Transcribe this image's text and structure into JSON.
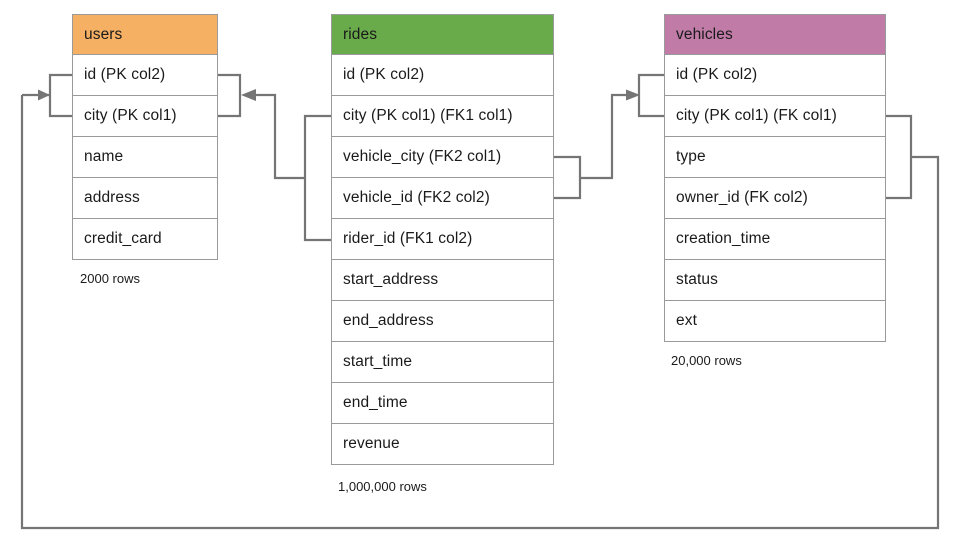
{
  "diagram": {
    "title": "",
    "line_color": "#757575",
    "border_color": "#9a9a9a",
    "text_color": "#1a1a1a",
    "background": "#ffffff"
  },
  "entities": [
    {
      "name": "users",
      "header_color": "#f5b064",
      "row_count_label": "2000 rows",
      "fields": [
        "id (PK col2)",
        "city (PK col1)",
        "name",
        "address",
        "credit_card"
      ]
    },
    {
      "name": "rides",
      "header_color": "#69aa4b",
      "row_count_label": "1,000,000 rows",
      "fields": [
        "id (PK col2)",
        "city (PK col1) (FK1 col1)",
        "vehicle_city (FK2 col1)",
        "vehicle_id (FK2 col2)",
        "rider_id (FK1 col2)",
        "start_address",
        "end_address",
        "start_time",
        "end_time",
        "revenue"
      ]
    },
    {
      "name": "vehicles",
      "header_color": "#c07ba7",
      "row_count_label": "20,000 rows",
      "fields": [
        "id (PK col2)",
        "city (PK col1) (FK col1)",
        "type",
        "owner_id (FK col2)",
        "creation_time",
        "status",
        "ext"
      ]
    }
  ],
  "relationships": [
    {
      "name": "rides-rider-to-users",
      "from_entity": "rides",
      "from_fields": [
        "city (PK col1) (FK1 col1)",
        "rider_id (FK1 col2)"
      ],
      "to_entity": "users",
      "to_fields": [
        "id (PK col2)",
        "city (PK col1)"
      ],
      "arrow": "to-users"
    },
    {
      "name": "rides-vehicle-to-vehicles",
      "from_entity": "rides",
      "from_fields": [
        "vehicle_city (FK2 col1)",
        "vehicle_id (FK2 col2)"
      ],
      "to_entity": "vehicles",
      "to_fields": [
        "id (PK col2)",
        "city (PK col1) (FK col1)"
      ],
      "arrow": "to-vehicles"
    },
    {
      "name": "vehicles-owner-to-users",
      "from_entity": "vehicles",
      "from_fields": [
        "city (PK col1) (FK col1)",
        "owner_id (FK col2)"
      ],
      "to_entity": "users",
      "to_fields": [
        "id (PK col2)",
        "city (PK col1)"
      ],
      "arrow": "to-users"
    }
  ]
}
